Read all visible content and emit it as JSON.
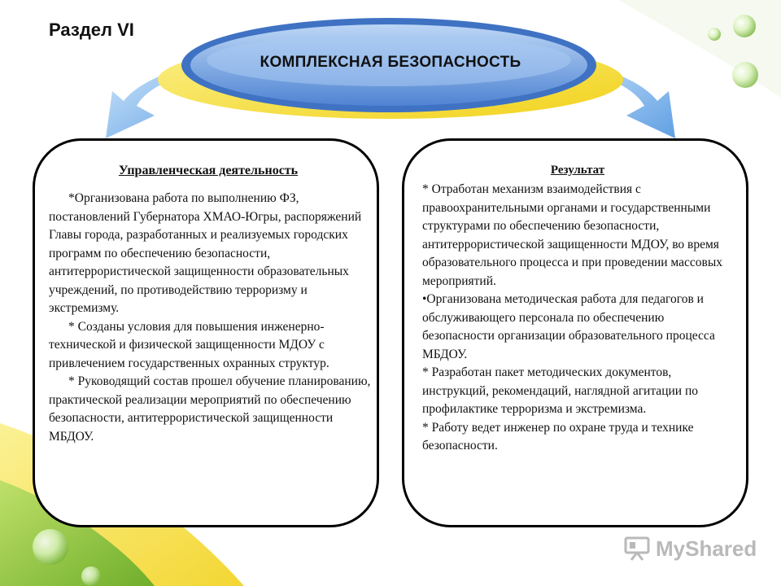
{
  "slide": {
    "section_label": "Раздел VI",
    "banner_title": "КОМПЛЕКСНАЯ БЕЗОПАСНОСТЬ"
  },
  "left_panel": {
    "title": "Управленческая деятельность",
    "paragraphs": [
      "*Организована работа  по выполнению ФЗ, постановлений Губернатора ХМАО-Югры, распоряжений Главы города, разработанных и реализуемых городских программ по обеспечению безопасности, антитеррористической защищенности образовательных учреждений, по противодействию терроризму и экстремизму.",
      "* Созданы условия для повышения инженерно-технической и физической защищенности МДОУ с привлечением государственных охранных структур.",
      "* Руководящий состав прошел обучение планированию, практической реализации мероприятий по обеспечению безопасности, антитеррористической защищенности МБДОУ."
    ]
  },
  "right_panel": {
    "title": "Результат",
    "paragraphs": [
      "* Отработан механизм взаимодействия с правоохранительными органами и государственными структурами по обеспечению  безопасности, антитеррористической защищенности МДОУ, во время образовательного процесса и при проведении массовых мероприятий.",
      "•Организована  методическая работа для педагогов и обслуживающего персонала по обеспечению безопасности организации образовательного  процесса МБДОУ.",
      "* Разработан пакет методических документов, инструкций, рекомендаций, наглядной агитации по профилактике терроризма  и экстремизма.",
      "* Работу ведет инженер по охране труда и технике безопасности."
    ]
  },
  "watermark": {
    "text": "MyShared"
  },
  "colors": {
    "banner_blue": "#5a8fd8",
    "banner_gold": "#f2c64a",
    "arrow_blue": "#7fb7ec",
    "bg_green": "#8cc63f",
    "bg_yellow": "#f5e23a"
  },
  "icons": [
    "water-drop-icon",
    "arrow-left-icon",
    "arrow-right-icon",
    "presentation-board-icon"
  ]
}
